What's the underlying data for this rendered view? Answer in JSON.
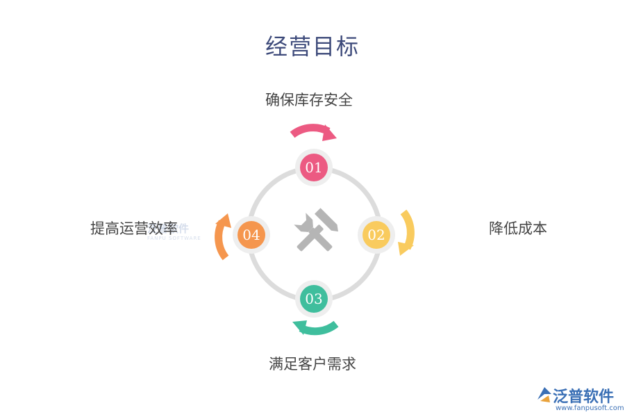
{
  "title": "经营目标",
  "goals": [
    {
      "number": "01",
      "label": "确保库存安全",
      "color": "#ec5a82"
    },
    {
      "number": "02",
      "label": "降低成本",
      "color": "#f9cb5e"
    },
    {
      "number": "03",
      "label": "满足客户需求",
      "color": "#3fbe9d"
    },
    {
      "number": "04",
      "label": "提高运营效率",
      "color": "#f5964e"
    }
  ],
  "center_icon": "hammer-wrench-icon",
  "ring_color": "#dcdcdc",
  "watermark": {
    "name": "泛普软件",
    "subtitle": "FANPU SOFTWARE"
  },
  "brand": {
    "name": "泛普软件",
    "url": "www.fanpusoft.com",
    "color": "#3a6fb5"
  }
}
